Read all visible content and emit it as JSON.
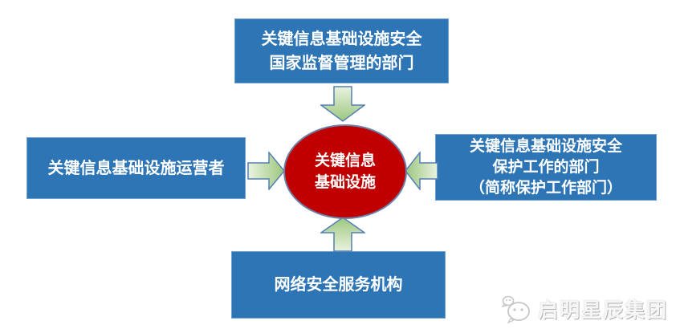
{
  "diagram": {
    "center": {
      "lines": [
        "关键信息",
        "基础设施"
      ]
    },
    "boxes": {
      "top": {
        "lines": [
          "关键信息基础设施安全",
          "国家监督管理的部门"
        ]
      },
      "left": {
        "lines": [
          "关键信息基础设施运营者"
        ]
      },
      "right": {
        "lines": [
          "关键信息基础设施安全",
          "保护工作的部门",
          "（简称保护工作部门）"
        ]
      },
      "bottom": {
        "lines": [
          "网络安全服务机构"
        ]
      }
    },
    "arrows": [
      {
        "name": "top-to-center",
        "direction": "down"
      },
      {
        "name": "left-to-center",
        "direction": "right"
      },
      {
        "name": "right-to-center",
        "direction": "left"
      },
      {
        "name": "bottom-to-center",
        "direction": "up"
      }
    ],
    "colors": {
      "box_fill": "#2E75B6",
      "ellipse_fill": "#C00000",
      "ellipse_border": "#6B82A8",
      "arrow_gradient_light": "#EAF3E0",
      "arrow_gradient_green": "#9CC67E",
      "arrow_border": "#5380B3",
      "text": "#FFFFFF"
    }
  },
  "watermark": {
    "icon": "wechat-icon",
    "text": "启明星辰集团"
  }
}
